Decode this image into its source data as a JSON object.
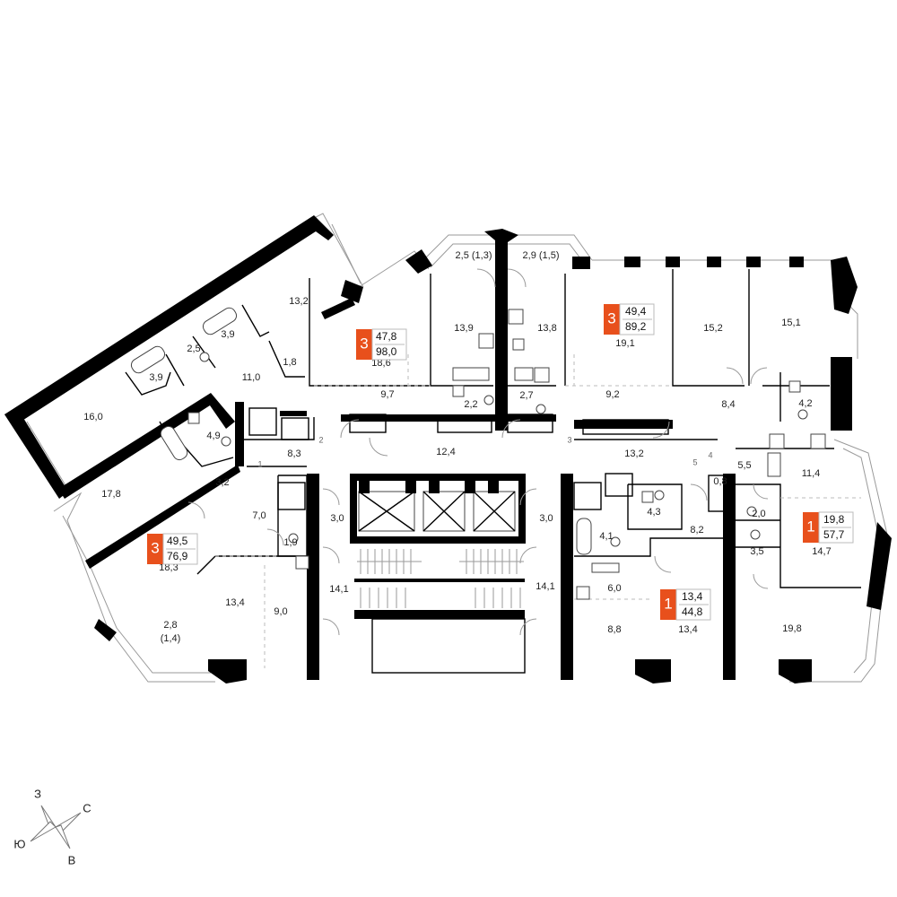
{
  "rooms": [
    {
      "id": "r1",
      "label": "13,2"
    },
    {
      "id": "r2",
      "label": "3,9"
    },
    {
      "id": "r3",
      "label": "2,5"
    },
    {
      "id": "r4",
      "label": "3,9"
    },
    {
      "id": "r5",
      "label": "11,0"
    },
    {
      "id": "r6",
      "label": "1,8"
    },
    {
      "id": "r7",
      "label": "16,0"
    },
    {
      "id": "r8",
      "label": "4,9"
    },
    {
      "id": "r9",
      "label": "17,8"
    },
    {
      "id": "r10",
      "label": "3,2"
    },
    {
      "id": "r11",
      "label": "8,3"
    },
    {
      "id": "r12",
      "label": "7,0"
    },
    {
      "id": "r13",
      "label": "1,9"
    },
    {
      "id": "r14",
      "label": "18,3"
    },
    {
      "id": "r15",
      "label": "13,4"
    },
    {
      "id": "r16",
      "label": "9,0"
    },
    {
      "id": "r17",
      "label": "2,8"
    },
    {
      "id": "r18",
      "label": "(1,4)"
    },
    {
      "id": "r19",
      "label": "18,6"
    },
    {
      "id": "r20",
      "label": "9,7"
    },
    {
      "id": "r21",
      "label": "13,9"
    },
    {
      "id": "r22",
      "label": "2,2"
    },
    {
      "id": "r23",
      "label": "2,5 (1,3)"
    },
    {
      "id": "r24",
      "label": "2,9 (1,5)"
    },
    {
      "id": "r25",
      "label": "13,8"
    },
    {
      "id": "r26",
      "label": "2,7"
    },
    {
      "id": "r27",
      "label": "19,1"
    },
    {
      "id": "r28",
      "label": "9,2"
    },
    {
      "id": "r29",
      "label": "15,2"
    },
    {
      "id": "r30",
      "label": "15,1"
    },
    {
      "id": "r31",
      "label": "8,4"
    },
    {
      "id": "r32",
      "label": "4,2"
    },
    {
      "id": "r33",
      "label": "12,4"
    },
    {
      "id": "r34",
      "label": "13,2"
    },
    {
      "id": "r35",
      "label": "3,0"
    },
    {
      "id": "r36",
      "label": "3,0"
    },
    {
      "id": "r37",
      "label": "14,1"
    },
    {
      "id": "r38",
      "label": "14,1"
    },
    {
      "id": "r39",
      "label": "4,3"
    },
    {
      "id": "r40",
      "label": "4,1"
    },
    {
      "id": "r41",
      "label": "8,2"
    },
    {
      "id": "r42",
      "label": "6,0"
    },
    {
      "id": "r43",
      "label": "8,8"
    },
    {
      "id": "r44",
      "label": "13,4"
    },
    {
      "id": "r45",
      "label": "5,5"
    },
    {
      "id": "r46",
      "label": "11,4"
    },
    {
      "id": "r47",
      "label": "0,8"
    },
    {
      "id": "r48",
      "label": "2,0"
    },
    {
      "id": "r49",
      "label": "3,5"
    },
    {
      "id": "r50",
      "label": "14,7"
    },
    {
      "id": "r51",
      "label": "19,8"
    }
  ],
  "doors": [
    {
      "id": "d1",
      "label": "1"
    },
    {
      "id": "d2",
      "label": "2"
    },
    {
      "id": "d3",
      "label": "3"
    },
    {
      "id": "d4",
      "label": "4"
    },
    {
      "id": "d5",
      "label": "5"
    }
  ],
  "apartments": [
    {
      "id": "apt-a",
      "rooms": "3",
      "living": "47,8",
      "total": "98,0"
    },
    {
      "id": "apt-b",
      "rooms": "3",
      "living": "49,4",
      "total": "89,2"
    },
    {
      "id": "apt-c",
      "rooms": "3",
      "living": "49,5",
      "total": "76,9"
    },
    {
      "id": "apt-d",
      "rooms": "1",
      "living": "13,4",
      "total": "44,8"
    },
    {
      "id": "apt-e",
      "rooms": "1",
      "living": "19,8",
      "total": "57,7"
    }
  ],
  "compass": {
    "n": "З",
    "e": "С",
    "s": "В",
    "w": "Ю"
  },
  "colors": {
    "accent": "#E8501C",
    "wall": "#000000",
    "line": "#9a9a9a"
  },
  "icons": [
    "compass-icon",
    "elevator-icon",
    "staircase-icon",
    "bathtub-icon",
    "toilet-icon",
    "sink-icon",
    "stove-icon"
  ]
}
